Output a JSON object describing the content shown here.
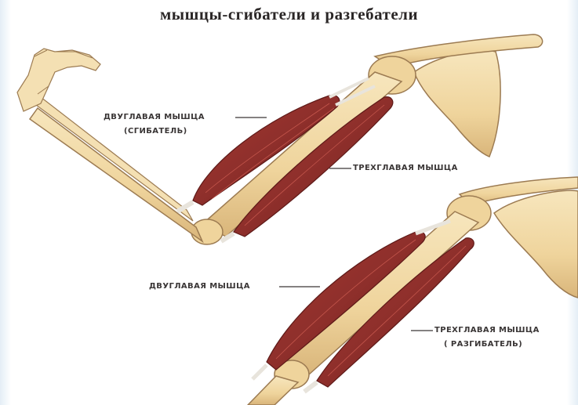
{
  "title": "мышцы-сгибатели и разгебатели",
  "colors": {
    "bone": "#f1d9a6",
    "bone_shade": "#d9b57a",
    "bone_outline": "#9c7b52",
    "muscle": "#8e2f2b",
    "muscle_dark": "#5e1a18",
    "tendon": "#e8e4dc",
    "leader": "#3a3636"
  },
  "labels": {
    "biceps_top": "ДВУГЛАВАЯ МЫШЦА",
    "biceps_top_note": "(СГИБАТЕЛЬ)",
    "triceps_top": "ТРЕХГЛАВАЯ МЫШЦА",
    "biceps_bottom": "ДВУГЛАВАЯ МЫШЦА",
    "triceps_bottom": "ТРЕХГЛАВАЯ МЫШЦА",
    "triceps_bottom_note": "( РАЗГИБАТЕЛЬ)"
  }
}
